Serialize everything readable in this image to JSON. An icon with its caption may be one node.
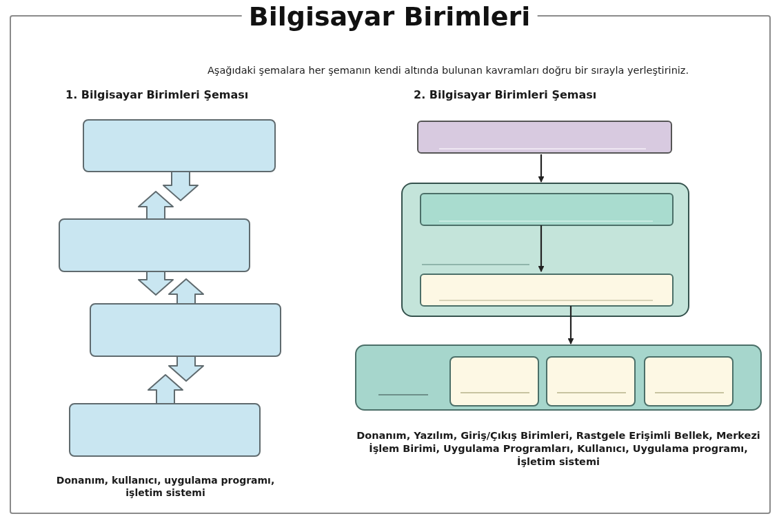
{
  "diagram": {
    "title": "Bilgisayar Birimleri",
    "nodes": [
      {
        "text": [],
        "shape": "box"
      },
      {
        "text": [],
        "shape": "box"
      },
      {
        "text": [],
        "shape": "box"
      },
      {
        "text": [],
        "shape": "box"
      },
      {
        "text": [],
        "shape": "box"
      },
      {
        "text": [],
        "shape": "box"
      },
      {
        "text": [],
        "shape": "box",
        "in": 5
      },
      {
        "text": [],
        "shape": "box",
        "in": 5
      },
      {
        "text": [],
        "shape": "box"
      },
      {
        "text": [],
        "shape": "box",
        "in": 8
      },
      {
        "text": [],
        "shape": "box",
        "in": 8
      },
      {
        "text": [],
        "shape": "box",
        "in": 8
      }
    ],
    "edges": [
      {
        "from": 0,
        "to": 1,
        "arrow": "to"
      },
      {
        "from": 1,
        "to": 0,
        "arrow": "to"
      },
      {
        "from": 1,
        "to": 2,
        "arrow": "to"
      },
      {
        "from": 2,
        "to": 1,
        "arrow": "to"
      },
      {
        "from": 2,
        "to": 3,
        "arrow": "to"
      },
      {
        "from": 3,
        "to": 2,
        "arrow": "to"
      },
      {
        "from": 4,
        "to": 5,
        "arrow": "to"
      },
      {
        "from": 6,
        "to": 7,
        "arrow": "to"
      },
      {
        "from": 7,
        "to": 8,
        "arrow": "to"
      }
    ],
    "labels": [
      "Aşağıdaki şemalara her şemanın kendi altında bulunan kavramları doğru bir sırayla yerleştiriniz.",
      "1. Bilgisayar Birimleri Şeması",
      "2. Bilgisayar Birimleri Şeması",
      "Donanım, kullanıcı, uygulama programı, işletim sistemi",
      "Donanım, Yazılım, Giriş/Çıkış Birimleri, Rastgele Erişimli Bellek, Merkezi İşlem Birimi, Uygulama Programları, Kullanıcı, Uygulama programı, İşletim sistemi"
    ]
  }
}
